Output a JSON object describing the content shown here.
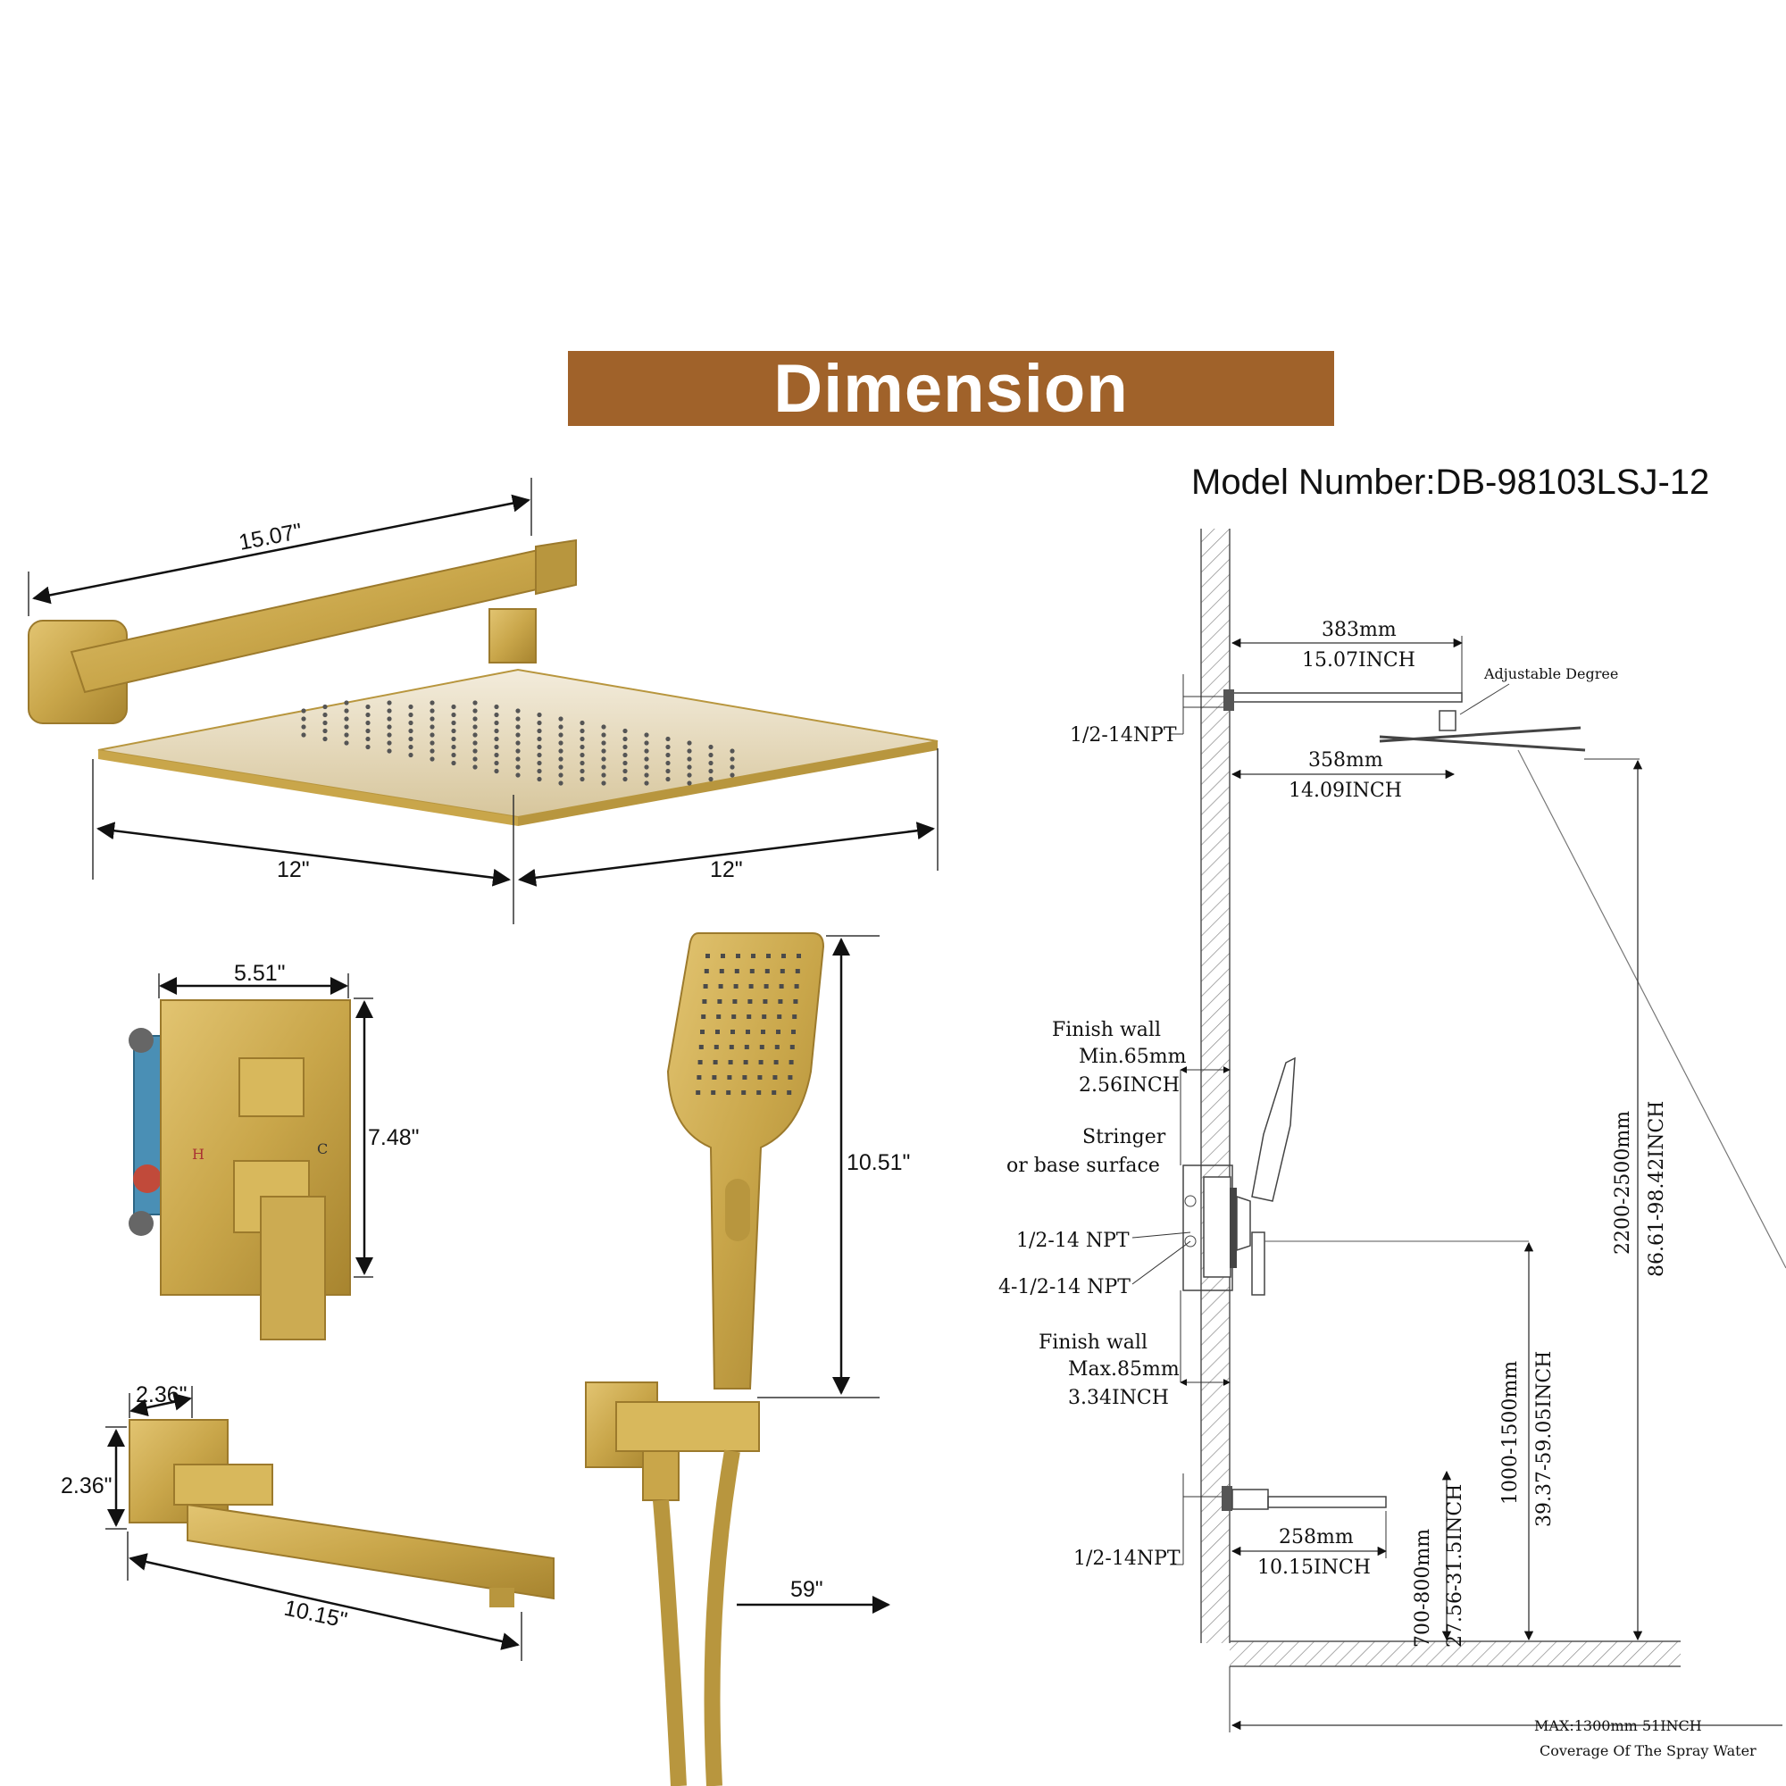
{
  "title": "Dimension",
  "model_number": "Model Number:DB-98103LSJ-12",
  "colors": {
    "banner": "#a0622a",
    "gold": "#c9a64a",
    "gold_dark": "#9c7a2c",
    "line": "#333333"
  },
  "product_dims": {
    "arm_length": "15.07\"",
    "head_width_left": "12\"",
    "head_width_right": "12\"",
    "valve_width": "5.51\"",
    "valve_height": "7.48\"",
    "handheld_length": "10.51\"",
    "spout_width": "2.36\"",
    "spout_height": "2.36\"",
    "spout_length": "10.15\"",
    "hose_length": "59\""
  },
  "valve_marks": {
    "hot": "H",
    "cold": "C"
  },
  "tech": {
    "arm_mm": "383mm",
    "arm_inch": "15.07INCH",
    "adjustable": "Adjustable Degree",
    "npt_top": "1/2-14NPT",
    "head_mm": "358mm",
    "head_inch": "14.09INCH",
    "finish_min_1": "Finish wall",
    "finish_min_2": "Min.65mm",
    "finish_min_3": "2.56INCH",
    "stringer_1": "Stringer",
    "stringer_2": "or base surface",
    "npt_mid": "1/2-14 NPT",
    "npt_four": "4-1/2-14 NPT",
    "finish_max_1": "Finish wall",
    "finish_max_2": "Max.85mm",
    "finish_max_3": "3.34INCH",
    "npt_bottom": "1/2-14NPT",
    "spout_mm": "258mm",
    "spout_inch": "10.15INCH",
    "tub_mm": "700-800mm",
    "tub_inch": "27.56-31.5INCH",
    "valve_mm": "1000-1500mm",
    "valve_inch": "39.37-59.05INCH",
    "head_height_mm": "2200-2500mm",
    "head_height_inch": "86.61-98.42INCH",
    "coverage_max": "MAX:1300mm 51INCH",
    "coverage_label": "Coverage Of The Spray Water"
  }
}
